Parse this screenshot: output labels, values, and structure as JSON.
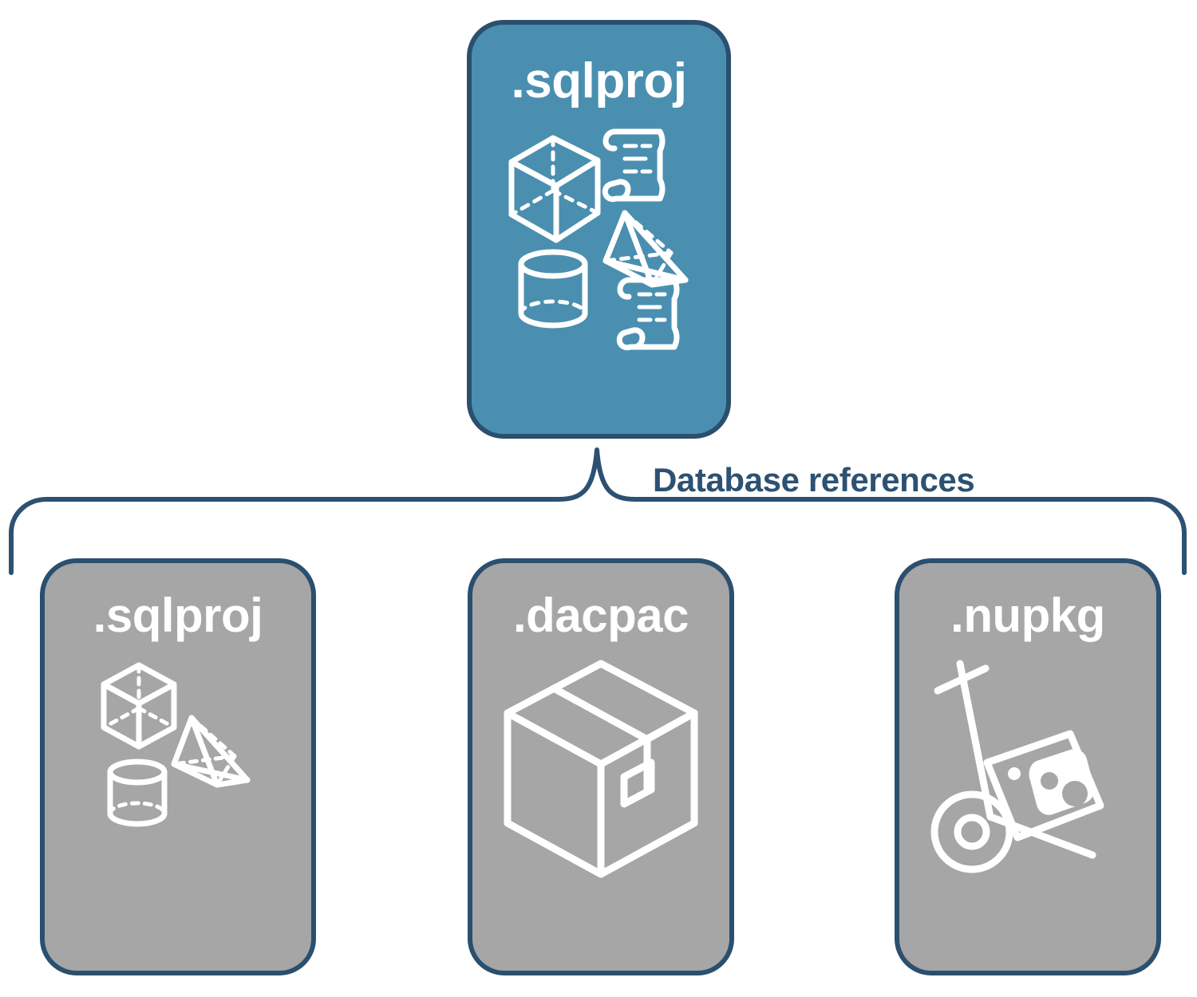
{
  "diagram": {
    "title_text": "Database references",
    "colors": {
      "root_card_fill": "#4a8fb0",
      "leaf_card_fill": "#a6a6a6",
      "card_border": "#2b4f6e",
      "connector_stroke": "#2d5172",
      "label_text": "#2d5172",
      "icon_stroke": "#ffffff",
      "page_background": "#ffffff"
    },
    "root": {
      "label": ".sqlproj",
      "icons": [
        "cube-icon",
        "scroll-icon",
        "pyramid-icon",
        "cylinder-icon",
        "scroll-icon"
      ]
    },
    "connector": {
      "label": "Database references",
      "style": "curly-brace"
    },
    "references": [
      {
        "label": ".sqlproj",
        "icons": [
          "cube-icon",
          "pyramid-icon",
          "cylinder-icon"
        ]
      },
      {
        "label": ".dacpac",
        "icons": [
          "package-box-icon"
        ]
      },
      {
        "label": ".nupkg",
        "icons": [
          "hand-truck-icon",
          "package-label-icon"
        ]
      }
    ]
  }
}
